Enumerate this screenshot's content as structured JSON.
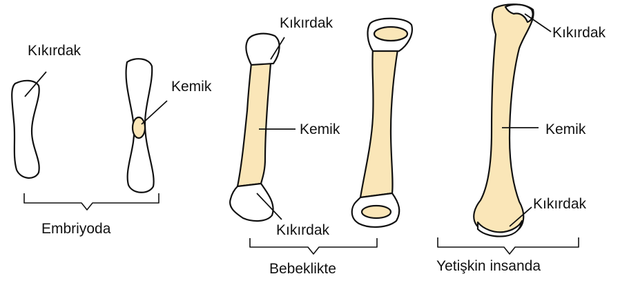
{
  "colors": {
    "bone": "#fae6b8",
    "cartilage": "#ffffff",
    "outline": "#111111"
  },
  "groups": [
    {
      "caption": "Embriyoda"
    },
    {
      "caption": "Bebeklikte"
    },
    {
      "caption": "Yetişkin insanda"
    }
  ],
  "labels": {
    "embryo_cartilage": "Kıkırdak",
    "embryo_bone": "Kemik",
    "infant_cartilage_top": "Kıkırdak",
    "infant_bone": "Kemik",
    "infant_cartilage_bottom": "Kıkırdak",
    "adult_cartilage_top": "Kıkırdak",
    "adult_bone": "Kemik",
    "adult_cartilage_bottom": "Kıkırdak"
  }
}
